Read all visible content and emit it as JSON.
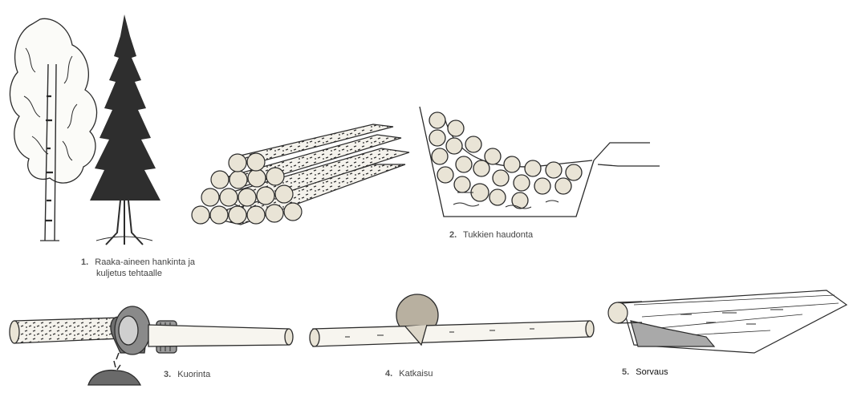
{
  "steps": [
    {
      "number": "1.",
      "lines": [
        "Raaka-aineen hankinta ja",
        "kuljetus tehtaalle"
      ]
    },
    {
      "number": "2.",
      "label": "Tukkien haudonta"
    },
    {
      "number": "3.",
      "label": "Kuorinta"
    },
    {
      "number": "4.",
      "label": "Katkaisu"
    },
    {
      "number": "5.",
      "label": "Sorvaus"
    }
  ],
  "colors": {
    "ink": "#2b2b2b",
    "wood": "#e9e4d6",
    "shade": "#9a9a9a",
    "saw": "#b8b0a0"
  }
}
